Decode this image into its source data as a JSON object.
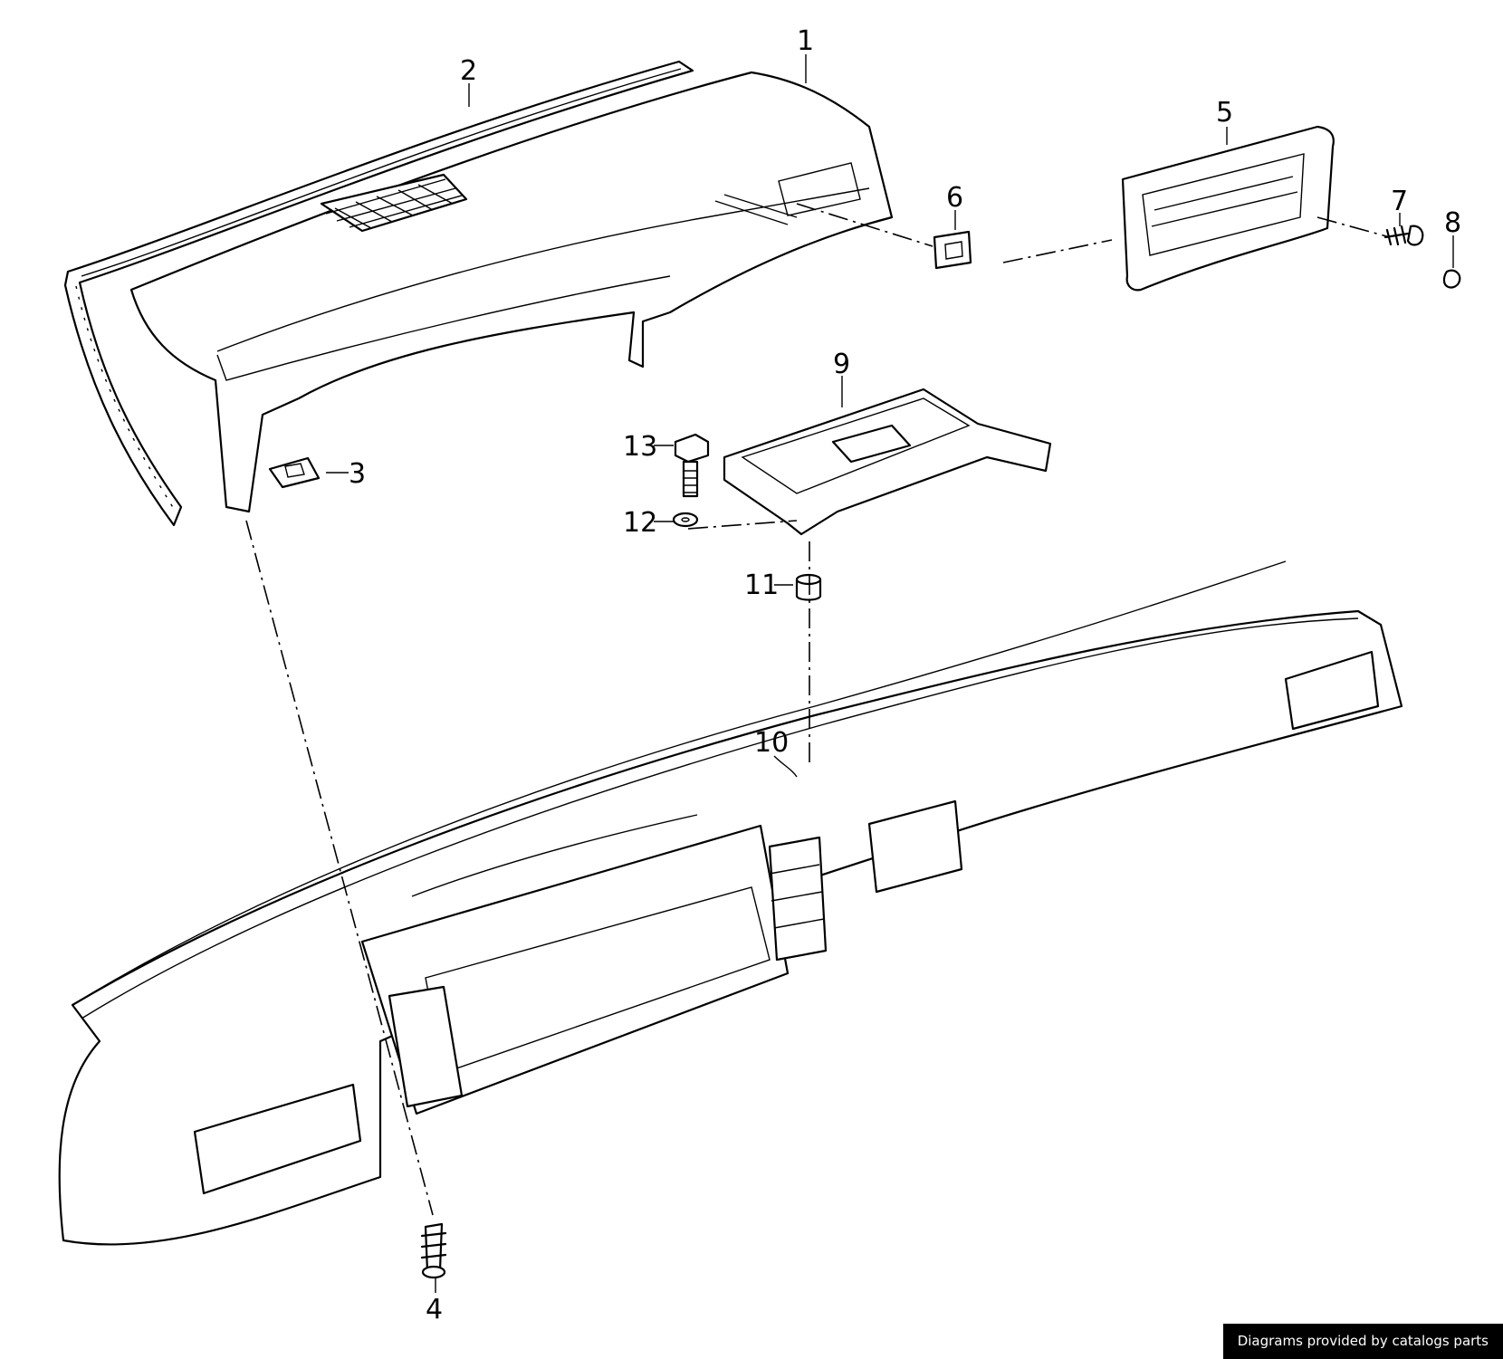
{
  "callouts": {
    "c1": "1",
    "c2": "2",
    "c3": "3",
    "c4": "4",
    "c5": "5",
    "c6": "6",
    "c7": "7",
    "c8": "8",
    "c9": "9",
    "c10": "10",
    "c11": "11",
    "c12": "12",
    "c13": "13"
  },
  "footer": {
    "credit": "Diagrams provided by catalogs parts"
  }
}
